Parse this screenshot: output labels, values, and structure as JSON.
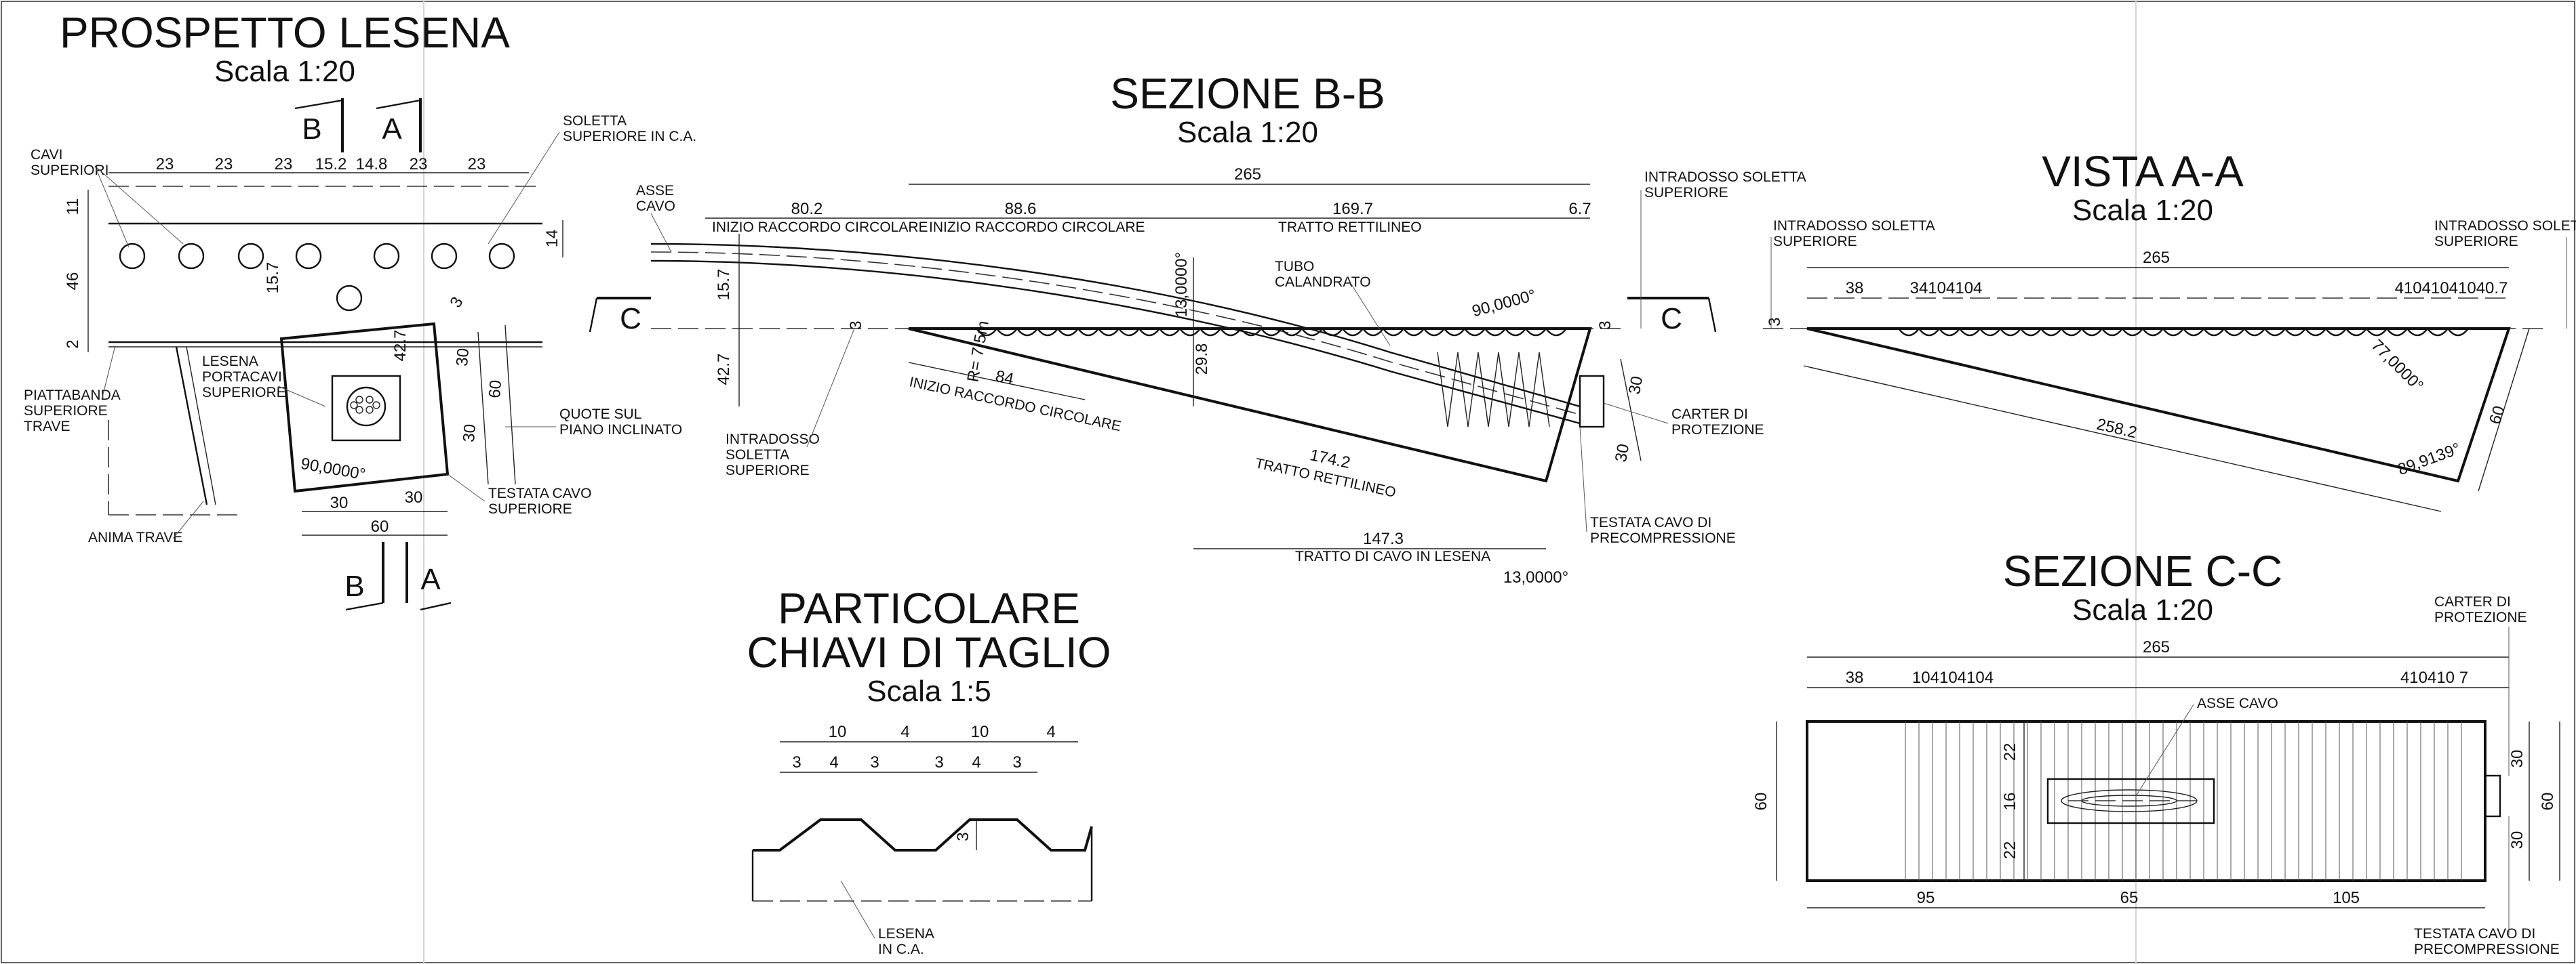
{
  "prospetto": {
    "title": "PROSPETTO LESENA",
    "scale": "Scala 1:20",
    "sec_b": "B",
    "sec_a": "A",
    "top_dims": [
      "23",
      "23",
      "23",
      "15.2",
      "14.8",
      "23",
      "23"
    ],
    "dim_11": "11",
    "dim_46": "46",
    "dim_2": "2",
    "dim_14": "14",
    "dim_15_7": "15.7",
    "dim_42_7": "42.7",
    "dim_3": "3",
    "dim_30a": "30",
    "dim_30b": "30",
    "dim_60_side": "60",
    "bottom_30a": "30",
    "bottom_30b": "30",
    "bottom_60": "60",
    "angle": "90,0000°",
    "labels": {
      "cavi": [
        "CAVI",
        "SUPERIORI"
      ],
      "soletta": [
        "SOLETTA",
        "SUPERIORE IN C.A."
      ],
      "lesena": [
        "LESENA",
        "PORTACAVI",
        "SUPERIORE"
      ],
      "piattabanda": [
        "PIATTABANDA",
        "SUPERIORE",
        "TRAVE"
      ],
      "quote": [
        "QUOTE SUL",
        "PIANO INCLINATO"
      ],
      "testata": [
        "TESTATA CAVO",
        "SUPERIORE"
      ],
      "anima": "ANIMA TRAVE"
    }
  },
  "sezione_bb": {
    "title": "SEZIONE B-B",
    "scale": "Scala 1:20",
    "section_mark": "C",
    "dim_265": "265",
    "dim_80_2": "80.2",
    "dim_88_6": "88.6",
    "dim_169_7": "169.7",
    "dim_6_7": "6.7",
    "txt_inizio1": "INIZIO RACCORDO CIRCOLARE",
    "txt_inizio2": "INIZIO RACCORDO CIRCOLARE",
    "txt_tratto": "TRATTO RETTILINEO",
    "dim_15_7": "15.7",
    "dim_42_7": "42.7",
    "dim_3a": "3",
    "dim_3b": "3",
    "dim_r": "R= 7.5m",
    "dim_13_angle": "13,0000°",
    "dim_29_8": "29.8",
    "dim_90_angle": "90,0000°",
    "dim_84": "84",
    "dim_174_2": "174.2",
    "txt_tratto2": "TRATTO RETTILINEO",
    "dim_30a": "30",
    "dim_30b": "30",
    "dim_147_3": "147.3",
    "txt_tratto_cavo": "TRATTO DI CAVO IN LESENA",
    "angle_13_bottom": "13,0000°",
    "labels": {
      "asse": [
        "ASSE",
        "CAVO"
      ],
      "tubo": [
        "TUBO",
        "CALANDRATO"
      ],
      "intradosso_right": [
        "INTRADOSSO SOLETTA",
        "SUPERIORE"
      ],
      "intradosso_left": [
        "INTRADOSSO",
        "SOLETTA",
        "SUPERIORE"
      ],
      "carter": [
        "CARTER DI",
        "PROTEZIONE"
      ],
      "testata": [
        "TESTATA CAVO DI",
        "PRECOMPRESSIONE"
      ]
    }
  },
  "vista_aa": {
    "title": "VISTA  A-A",
    "scale": "Scala 1:20",
    "dim_265": "265",
    "dim_38": "38",
    "left_dims": "34104104",
    "right_dims": "41041041040.7",
    "dim_3": "3",
    "dim_258_2": "258.2",
    "angle_77": "77,0000°",
    "angle_89": "89,9139°",
    "dim_60": "60",
    "labels": {
      "intradosso_left": [
        "INTRADOSSO  SOLETTA",
        "SUPERIORE"
      ],
      "intradosso_right": [
        "INTRADOSSO SOLETTA",
        "SUPERIORE"
      ]
    }
  },
  "sezione_cc": {
    "title": "SEZIONE  C-C",
    "scale": "Scala 1:20",
    "dim_265": "265",
    "dim_38": "38",
    "left_dims": "104104104",
    "right_dims": "410410 7",
    "dim_60_left": "60",
    "dim_22a": "22",
    "dim_16": "16",
    "dim_22b": "22",
    "dim_30a": "30",
    "dim_30b": "30",
    "dim_60_right": "60",
    "dim_95": "95",
    "dim_65": "65",
    "dim_105": "105",
    "labels": {
      "asse": "ASSE CAVO",
      "carter": [
        "CARTER DI",
        "PROTEZIONE"
      ],
      "testata": [
        "TESTATA CAVO DI",
        "PRECOMPRESSIONE"
      ]
    }
  },
  "particolare": {
    "title1": "PARTICOLARE",
    "title2": "CHIAVI DI TAGLIO",
    "scale": "Scala  1:5",
    "dims_top": [
      "10",
      "4",
      "10",
      "4"
    ],
    "dims_bottom": [
      "3",
      "4",
      "3",
      "3",
      "4",
      "3"
    ],
    "dim_3": "3",
    "labels": {
      "lesena": [
        "LESENA",
        "IN C.A."
      ]
    }
  }
}
